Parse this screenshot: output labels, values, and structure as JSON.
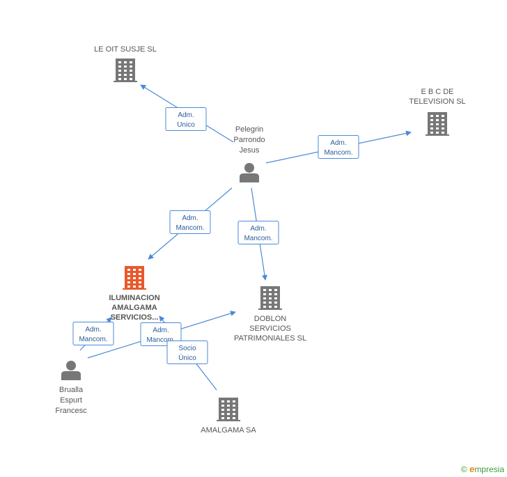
{
  "colors": {
    "edge": "#4a8ad8",
    "building": "#777777",
    "building_main": "#e8592b",
    "person": "#777777",
    "text": "#555555"
  },
  "nodes": [
    {
      "id": "leoit",
      "type": "company",
      "lines": [
        "LE OIT SUSJE SL"
      ]
    },
    {
      "id": "ebc",
      "type": "company",
      "lines": [
        "E B C DE",
        "TELEVISION  SL"
      ]
    },
    {
      "id": "pelegrin",
      "type": "person",
      "lines": [
        "Pelegrin",
        "Parrondo",
        "Jesus"
      ]
    },
    {
      "id": "iluminacion",
      "type": "company-main",
      "lines": [
        "ILUMINACION",
        "AMALGAMA",
        "SERVICIOS..."
      ]
    },
    {
      "id": "doblon",
      "type": "company",
      "lines": [
        "DOBLON",
        "SERVICIOS",
        "PATRIMONIALES SL"
      ]
    },
    {
      "id": "brualla",
      "type": "person",
      "lines": [
        "Brualla",
        "Espurt",
        "Francesc"
      ]
    },
    {
      "id": "amalgama",
      "type": "company",
      "lines": [
        "AMALGAMA SA"
      ]
    }
  ],
  "edges": [
    {
      "id": "e1",
      "from": "pelegrin",
      "to": "leoit",
      "lines": [
        "Adm.",
        "Unico"
      ]
    },
    {
      "id": "e2",
      "from": "pelegrin",
      "to": "ebc",
      "lines": [
        "Adm.",
        "Mancom."
      ]
    },
    {
      "id": "e3",
      "from": "pelegrin",
      "to": "iluminacion",
      "lines": [
        "Adm.",
        "Mancom."
      ]
    },
    {
      "id": "e4",
      "from": "pelegrin",
      "to": "doblon",
      "lines": [
        "Adm.",
        "Mancom."
      ]
    },
    {
      "id": "e5",
      "from": "brualla",
      "to": "iluminacion",
      "lines": [
        "Adm.",
        "Mancom."
      ]
    },
    {
      "id": "e6",
      "from": "brualla",
      "to": "doblon",
      "lines": [
        "Adm.",
        "Mancom."
      ]
    },
    {
      "id": "e7",
      "from": "amalgama",
      "to": "iluminacion",
      "lines": [
        "Socio",
        "Único"
      ]
    }
  ],
  "footer": {
    "copyright": "©",
    "brand_first": "e",
    "brand_rest": "mpresia"
  }
}
